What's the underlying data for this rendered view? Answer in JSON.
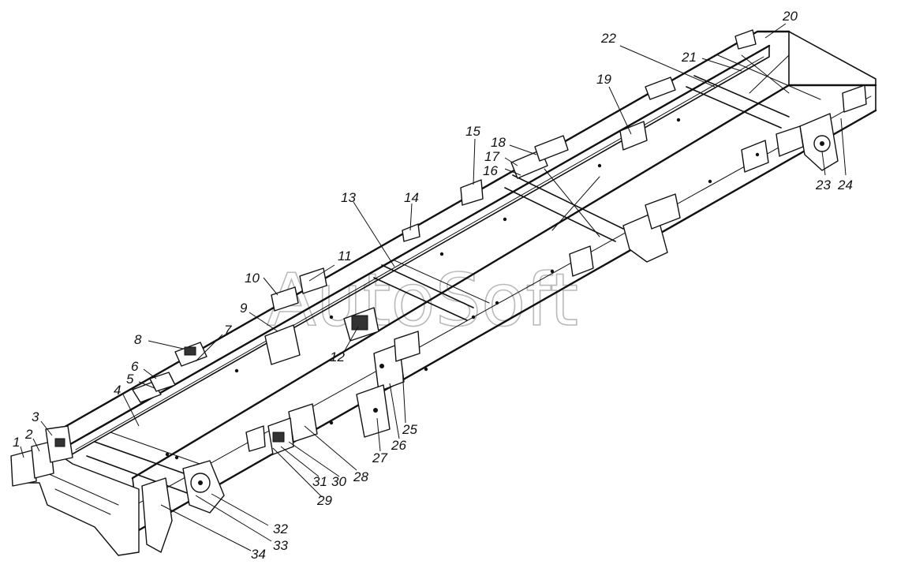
{
  "watermark": "AutoSoft",
  "callouts": [
    {
      "id": "1",
      "text": "1"
    },
    {
      "id": "2",
      "text": "2"
    },
    {
      "id": "3",
      "text": "3"
    },
    {
      "id": "4",
      "text": "4"
    },
    {
      "id": "5",
      "text": "5"
    },
    {
      "id": "6",
      "text": "6"
    },
    {
      "id": "7",
      "text": "7"
    },
    {
      "id": "8",
      "text": "8"
    },
    {
      "id": "9",
      "text": "9"
    },
    {
      "id": "10",
      "text": "10"
    },
    {
      "id": "11",
      "text": "11"
    },
    {
      "id": "12",
      "text": "12"
    },
    {
      "id": "13",
      "text": "13"
    },
    {
      "id": "14",
      "text": "14"
    },
    {
      "id": "15",
      "text": "15"
    },
    {
      "id": "16",
      "text": "16"
    },
    {
      "id": "17",
      "text": "17"
    },
    {
      "id": "18",
      "text": "18"
    },
    {
      "id": "19",
      "text": "19"
    },
    {
      "id": "20",
      "text": "20"
    },
    {
      "id": "21",
      "text": "21"
    },
    {
      "id": "22",
      "text": "22"
    },
    {
      "id": "23",
      "text": "23"
    },
    {
      "id": "24",
      "text": "24"
    },
    {
      "id": "25",
      "text": "25"
    },
    {
      "id": "26",
      "text": "26"
    },
    {
      "id": "27",
      "text": "27"
    },
    {
      "id": "28",
      "text": "28"
    },
    {
      "id": "29",
      "text": "29"
    },
    {
      "id": "30",
      "text": "30"
    },
    {
      "id": "31",
      "text": "31"
    },
    {
      "id": "32",
      "text": "32"
    },
    {
      "id": "33",
      "text": "33"
    },
    {
      "id": "34",
      "text": "34"
    }
  ]
}
